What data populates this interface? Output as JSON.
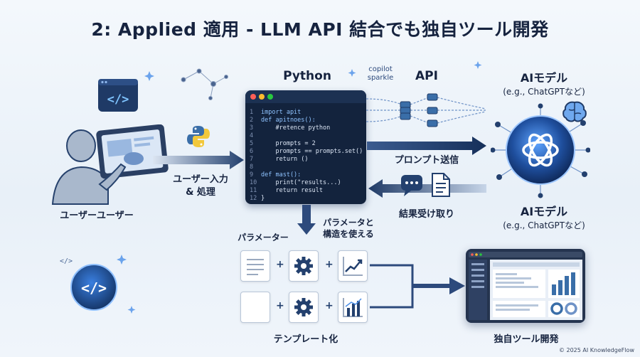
{
  "title": "2: Applied 適用 - LLM API 結合でも独自ツール開発",
  "labels": {
    "python": "Python",
    "copilot": "copilot",
    "sparkle": "sparkle",
    "api": "API",
    "ai_model_top": "AIモデル",
    "ai_model_top_sub": "(e.g., ChatGPTなど)",
    "ai_model_bottom": "AIモデル",
    "ai_model_bottom_sub": "(e.g., ChatGPTなど)",
    "prompt_send": "プロンプト送信",
    "receive_result": "結果受け取り",
    "user_input_1": "ユーザー入力",
    "user_input_2": "& 処理",
    "user": "ユーザーユーザー",
    "params": "パラメーター",
    "params_struct_1": "パラメータと",
    "params_struct_2": "構造を使える",
    "template": "テンプレート化",
    "own_tool": "独自ツール開発",
    "copyright": "© 2025 AI KnowledgeFlow"
  },
  "code": {
    "lines": [
      {
        "n": "1",
        "t": "import apit"
      },
      {
        "n": "2",
        "t": "def apitnoes():"
      },
      {
        "n": "3",
        "t": "    #retence python"
      },
      {
        "n": "4",
        "t": ""
      },
      {
        "n": "5",
        "t": "    prompts = 2"
      },
      {
        "n": "6",
        "t": "    prompts == prompts.set()"
      },
      {
        "n": "7",
        "t": "    return ()"
      },
      {
        "n": "8",
        "t": ""
      },
      {
        "n": "9",
        "t": "def mast():"
      },
      {
        "n": "10",
        "t": "    print(\"results...)"
      },
      {
        "n": "11",
        "t": "    return result"
      },
      {
        "n": "12",
        "t": "}"
      }
    ]
  },
  "icons": {
    "code_top": "code-icon",
    "code_bottom": "code-icon",
    "python_logo": "python-logo-icon",
    "openai_logo": "openai-logo-icon",
    "brain": "brain-icon",
    "chat": "chat-bubble-icon",
    "document": "document-icon",
    "gear": "gear-icon",
    "chart": "chart-icon"
  },
  "colors": {
    "navy": "#16233f",
    "arrow": "#2d4a7c",
    "accent": "#4a8ee8",
    "code_bg": "#13233d"
  }
}
